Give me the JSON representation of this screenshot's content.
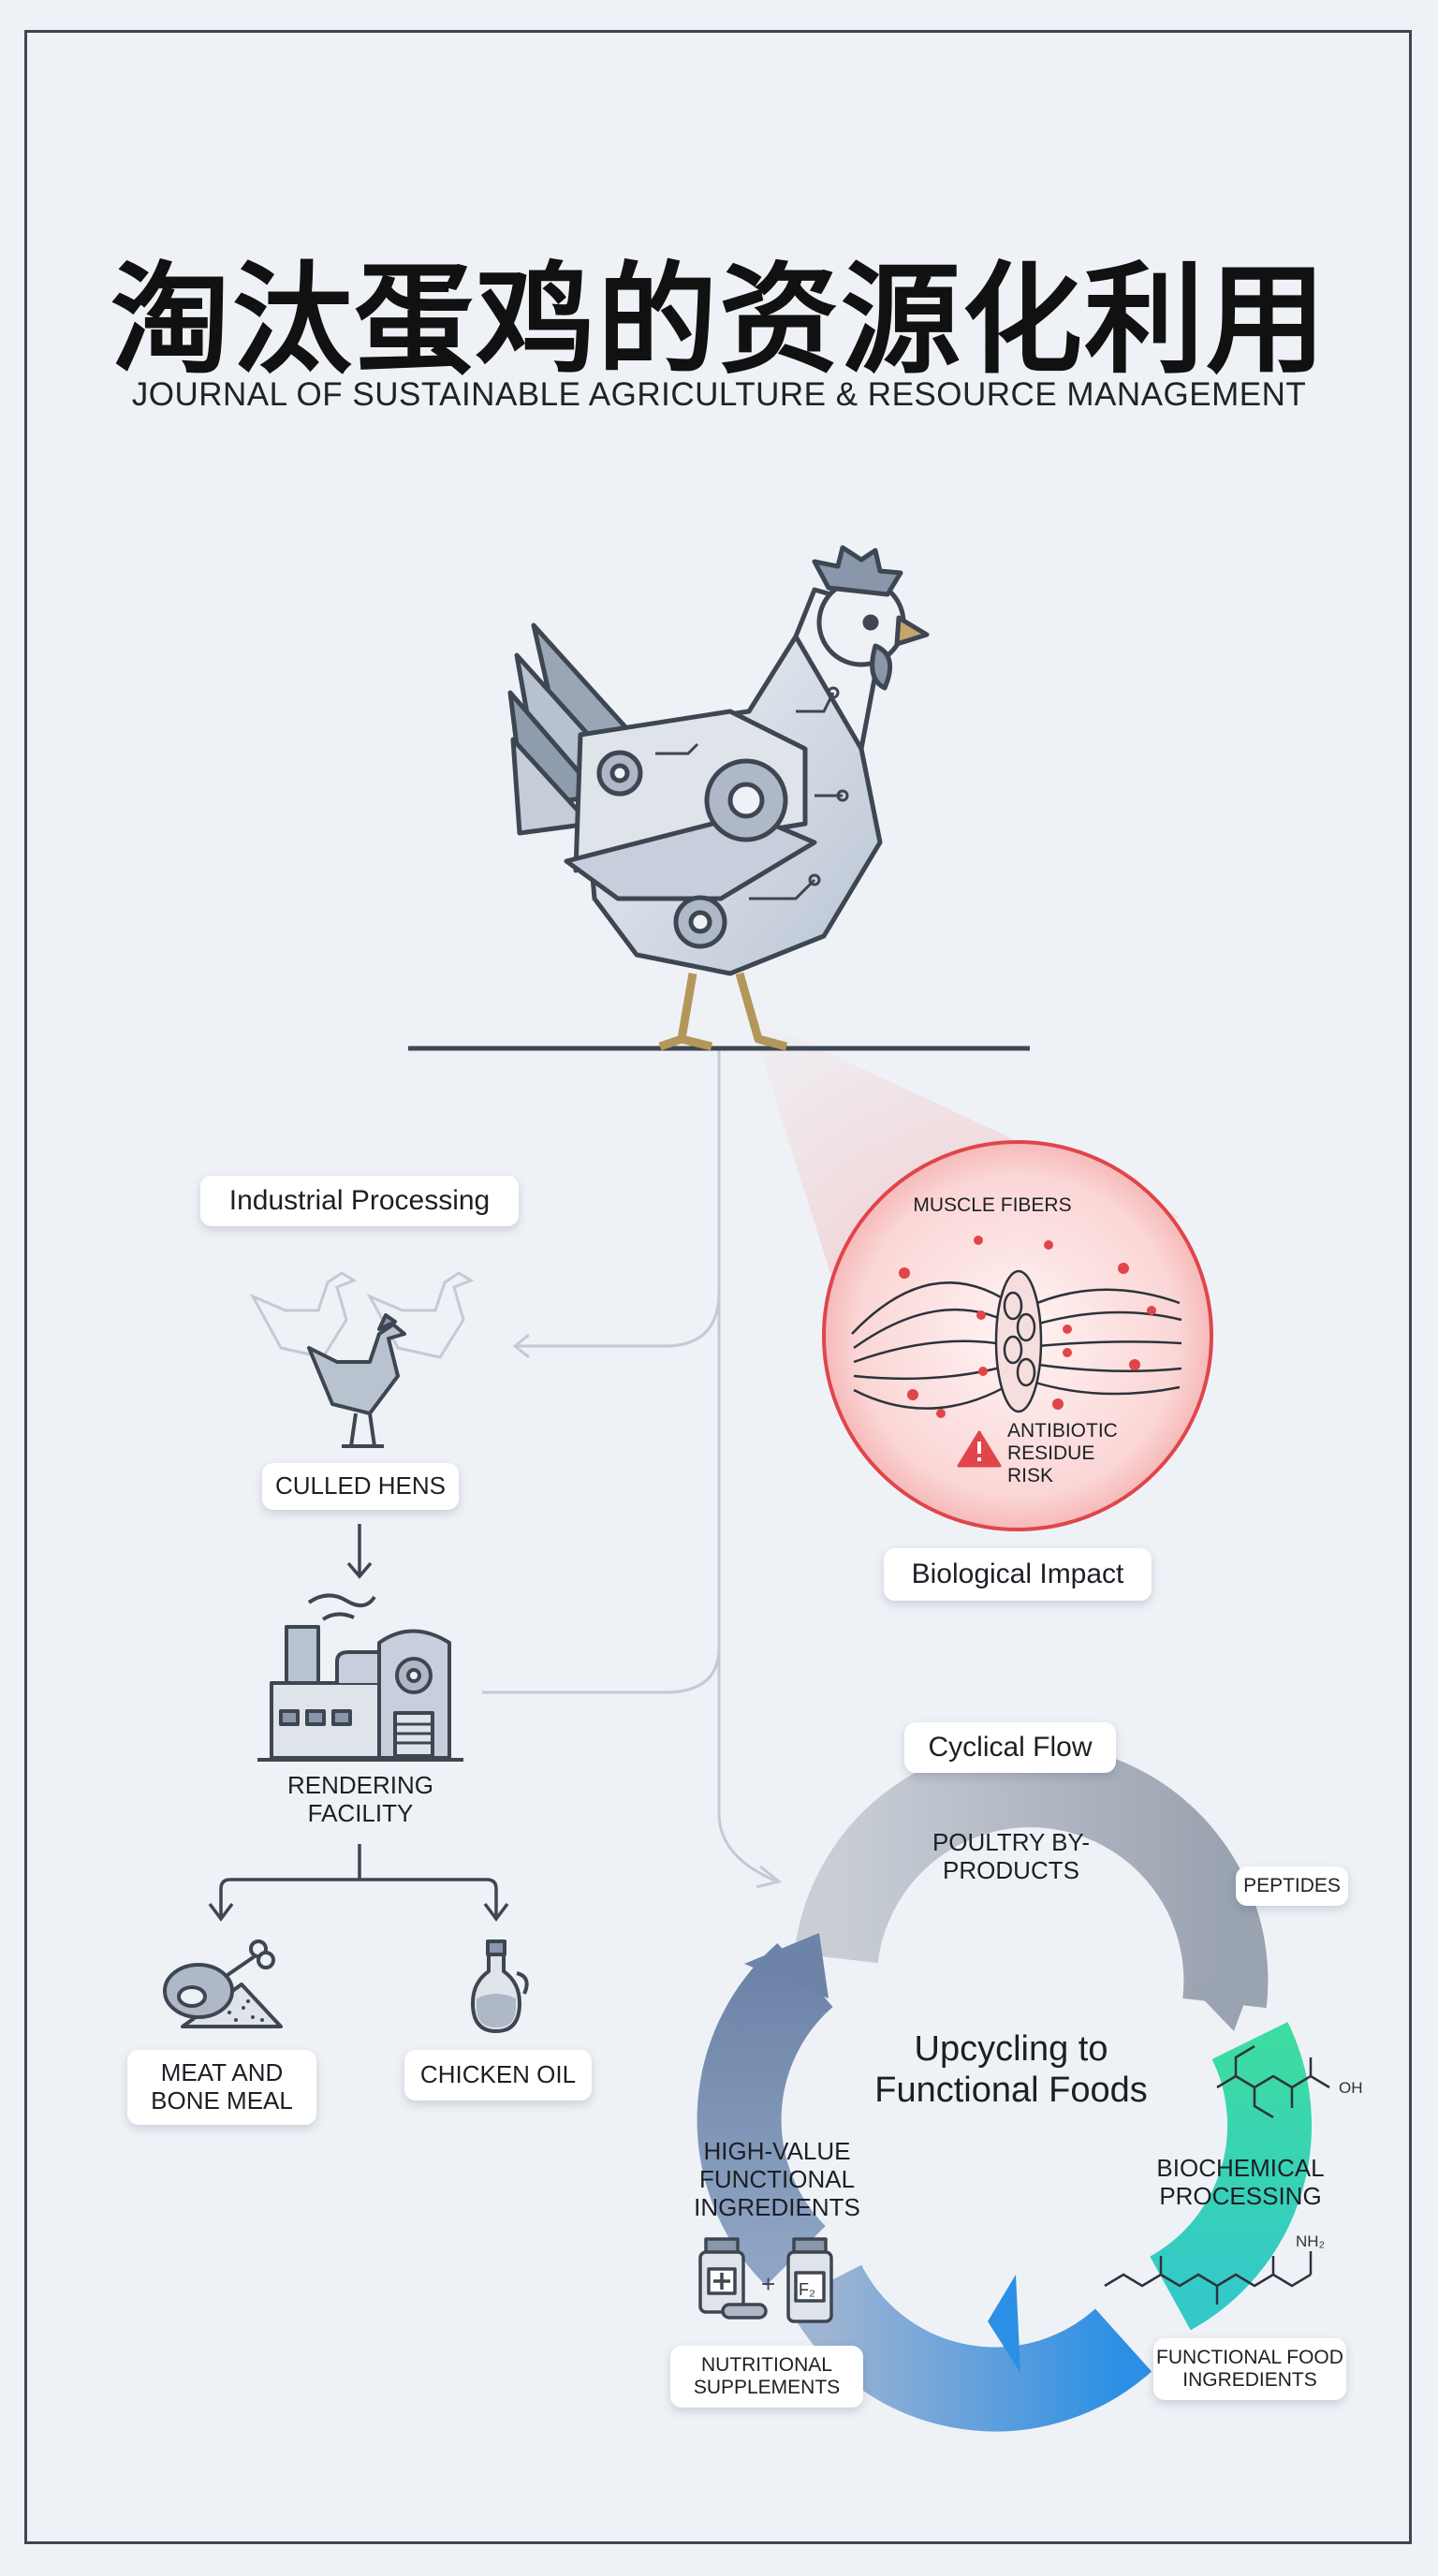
{
  "header": {
    "title": "淘汰蛋鸡的资源化利用",
    "subtitle": "JOURNAL OF SUSTAINABLE AGRICULTURE & RESOURCE MANAGEMENT"
  },
  "industrial": {
    "heading": "Industrial Processing",
    "culled_hens": "CULLED HENS",
    "rendering_facility": "RENDERING FACILITY",
    "meat_bone_meal": "MEAT AND BONE MEAL",
    "chicken_oil": "CHICKEN OIL"
  },
  "biological": {
    "heading": "Biological Impact",
    "muscle_fibers": "MUSCLE FIBERS",
    "antibiotic_risk": "ANTIBIOTIC RESIDUE RISK"
  },
  "cycle": {
    "heading": "Cyclical Flow",
    "center_title": "Upcycling to Functional Foods",
    "poultry_byproducts": "POULTRY BY-PRODUCTS",
    "peptides": "PEPTIDES",
    "biochemical_processing": "BIOCHEMICAL PROCESSING",
    "functional_food_ingredients": "FUNCTIONAL FOOD INGREDIENTS",
    "high_value_ingredients": "HIGH-VALUE FUNCTIONAL INGREDIENTS",
    "nutritional_supplements": "NUTRITIONAL SUPPLEMENTS",
    "chem_oh": "OH",
    "chem_nh2": "NH₂",
    "chem_f2": "F₂",
    "plus": "+"
  },
  "colors": {
    "ink": "#3e4652",
    "danger": "#e0454a",
    "teal": "#2dd4a8",
    "blue": "#2f8fe0",
    "slate": "#7b8aa3"
  },
  "icons": [
    "robot-chicken-icon",
    "hens-icon",
    "factory-icon",
    "meat-bone-icon",
    "oil-bottle-icon",
    "warning-icon",
    "supplement-icon"
  ]
}
